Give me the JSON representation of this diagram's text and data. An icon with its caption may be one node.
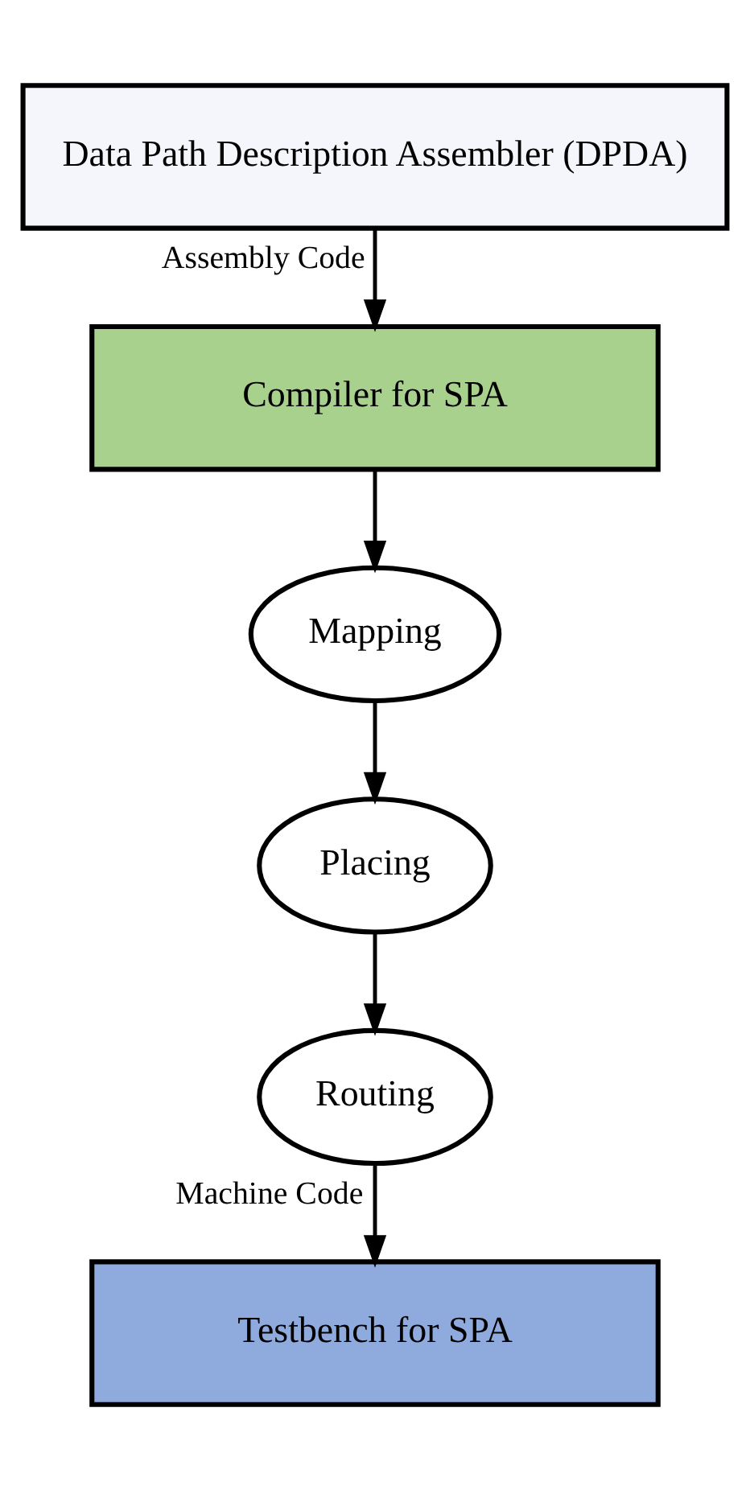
{
  "diagram": {
    "nodes": [
      {
        "text": [
          "Data Path Description Assembler (DPDA)"
        ]
      },
      {
        "text": [
          "Compiler for SPA"
        ]
      },
      {
        "text": [
          "Mapping"
        ]
      },
      {
        "text": [
          "Placing"
        ]
      },
      {
        "text": [
          "Routing"
        ]
      },
      {
        "text": [
          "Testbench for SPA"
        ]
      }
    ],
    "edges": [
      {
        "from": 0,
        "to": 1,
        "arrow": "to",
        "label": "Assembly Code"
      },
      {
        "from": 1,
        "to": 2,
        "arrow": "to"
      },
      {
        "from": 2,
        "to": 3,
        "arrow": "to"
      },
      {
        "from": 3,
        "to": 4,
        "arrow": "to"
      },
      {
        "from": 4,
        "to": 5,
        "arrow": "to",
        "label": "Machine Code"
      }
    ]
  }
}
